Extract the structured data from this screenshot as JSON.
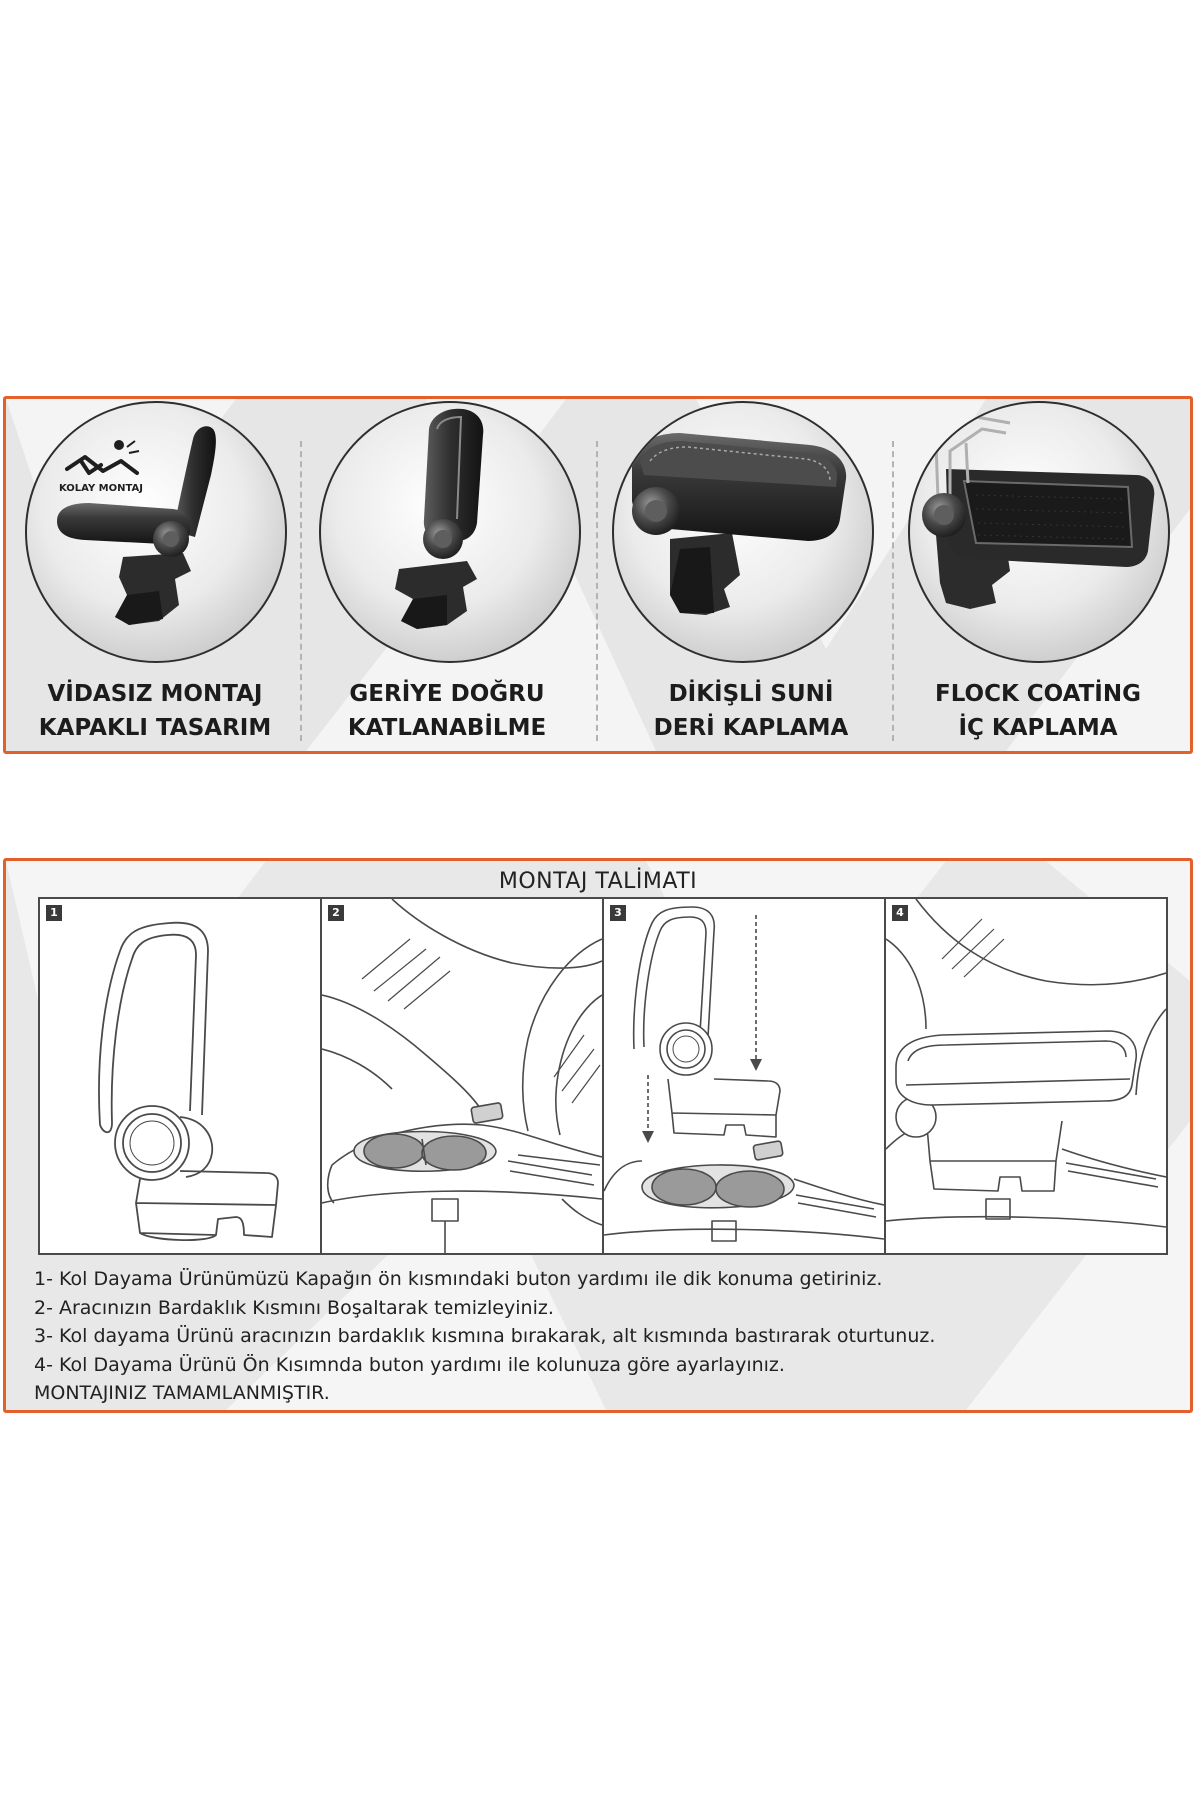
{
  "features": {
    "badge": "KOLAY MONTAJ",
    "items": [
      {
        "line1": "VİDASIZ MONTAJ",
        "line2": "KAPAKLI TASARIM"
      },
      {
        "line1": "GERİYE DOĞRU",
        "line2": "KATLANABİLME"
      },
      {
        "line1": "DİKİŞLİ SUNİ",
        "line2": "DERİ KAPLAMA"
      },
      {
        "line1": "FLOCK COATİNG",
        "line2": "İÇ KAPLAMA"
      }
    ]
  },
  "instructions": {
    "title": "MONTAJ TALİMATI",
    "steps": [
      "1",
      "2",
      "3",
      "4"
    ],
    "lines": [
      "1- Kol Dayama Ürünümüzü Kapağın ön kısmındaki buton yardımı ile dik konuma getiriniz.",
      "2- Aracınızın Bardaklık Kısmını Boşaltarak temizleyiniz.",
      "3- Kol dayama Ürünü aracınızın bardaklık kısmına bırakarak, alt kısmında bastırarak oturtunuz.",
      "4- Kol Dayama Ürünü Ön Kısımnda buton yardımı ile kolunuza göre ayarlayınız.",
      "MONTAJINIZ TAMAMLANMIŞTIR."
    ]
  },
  "colors": {
    "frame": "#e4602a",
    "panel": "#e8e8e8",
    "text": "#1f1f1f",
    "armrest": "#2a2a2a",
    "line_art": "#4a4a4a",
    "cupholder": "#9a9a9a"
  }
}
